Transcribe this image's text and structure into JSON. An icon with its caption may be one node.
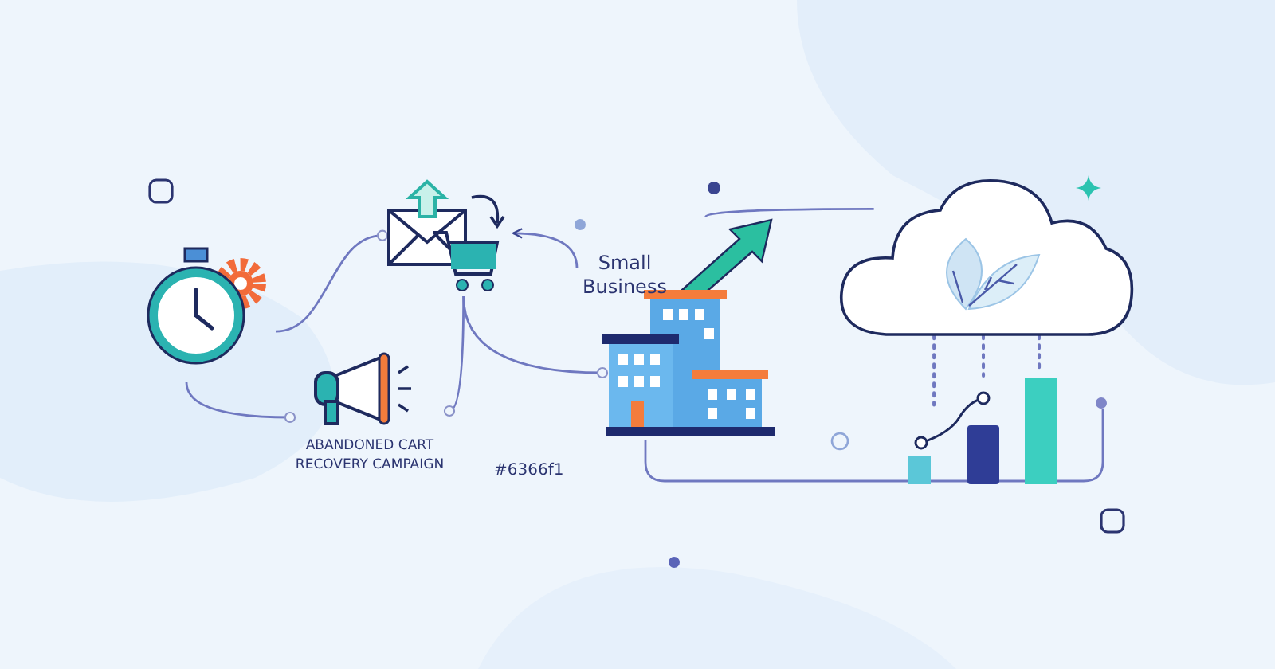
{
  "diagram": {
    "nodes": [
      {
        "text": [],
        "shape": "picture"
      },
      {
        "text": [],
        "shape": "picture"
      },
      {
        "text": [],
        "shape": "picture",
        "beside": [
          "ABANDONED CART RECOVERY CAMPAIGN"
        ]
      },
      {
        "text": [],
        "shape": "picture"
      },
      {
        "text": [
          "Small Business"
        ]
      },
      {
        "text": [],
        "shape": "cloud"
      },
      {
        "text": [],
        "shape": "picture"
      }
    ],
    "edges": [
      {
        "from": 0,
        "to": 1,
        "arrow": "other"
      },
      {
        "from": 0,
        "to": 2,
        "arrow": "other"
      },
      {
        "from": 1,
        "to": 2,
        "arrow": "other"
      },
      {
        "from": 1,
        "to": 3,
        "arrow": "other"
      },
      {
        "from": 4,
        "to": 1,
        "arrow": "to"
      },
      {
        "from": 3,
        "to": 5,
        "arrow": "none"
      },
      {
        "from": 3,
        "to": 6,
        "arrow": "none"
      },
      {
        "from": 5,
        "to": 6,
        "arrow": "none",
        "style": "dashed"
      },
      {
        "from": 5,
        "to": 6,
        "arrow": "none",
        "style": "dashed"
      },
      {
        "from": 5,
        "to": 6,
        "arrow": "none",
        "style": "dashed"
      }
    ],
    "labels": [
      "#6366f1"
    ]
  }
}
